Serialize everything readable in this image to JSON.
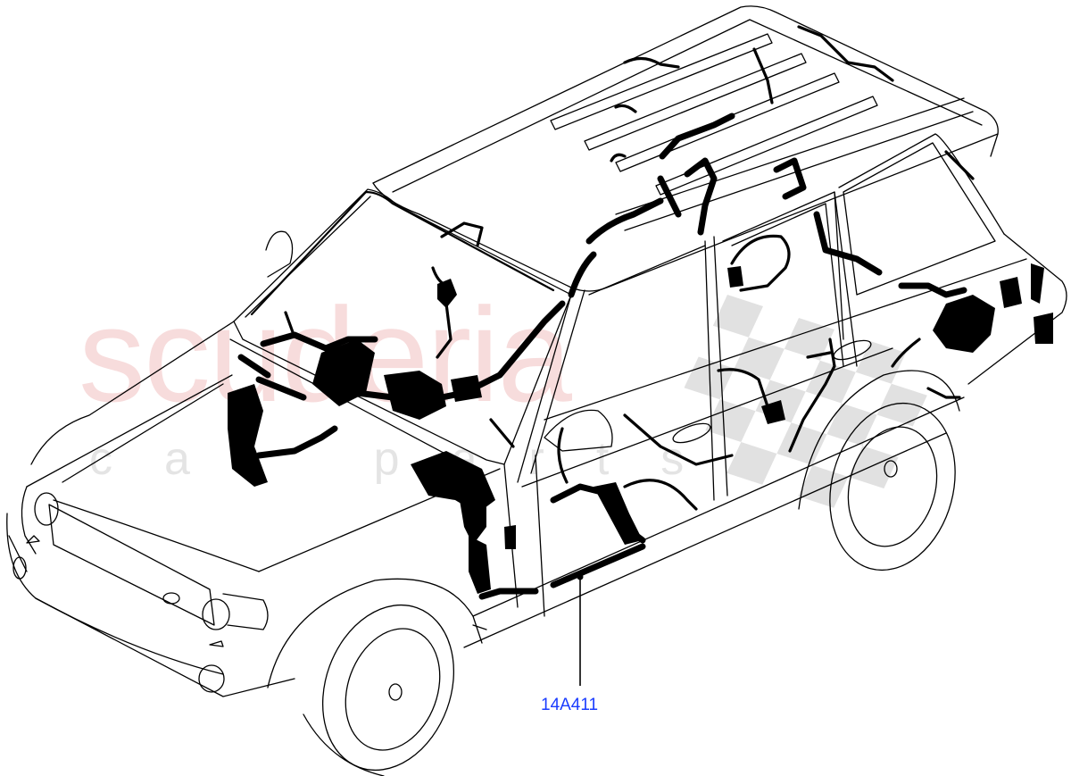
{
  "diagram": {
    "subject": "vehicle wiring harness installation",
    "callouts": [
      {
        "id": "callout-1",
        "label": "14A411",
        "color": "#1a3cff"
      }
    ]
  },
  "watermark": {
    "main_text": "scuderia",
    "sub_text": "car parts",
    "main_color": "#f6d6d6",
    "sub_color": "#e2e2e2",
    "icon": "checkered-flag-icon"
  },
  "colors": {
    "background": "#ffffff",
    "line_art": "#000000",
    "callout_text": "#1a3cff"
  }
}
